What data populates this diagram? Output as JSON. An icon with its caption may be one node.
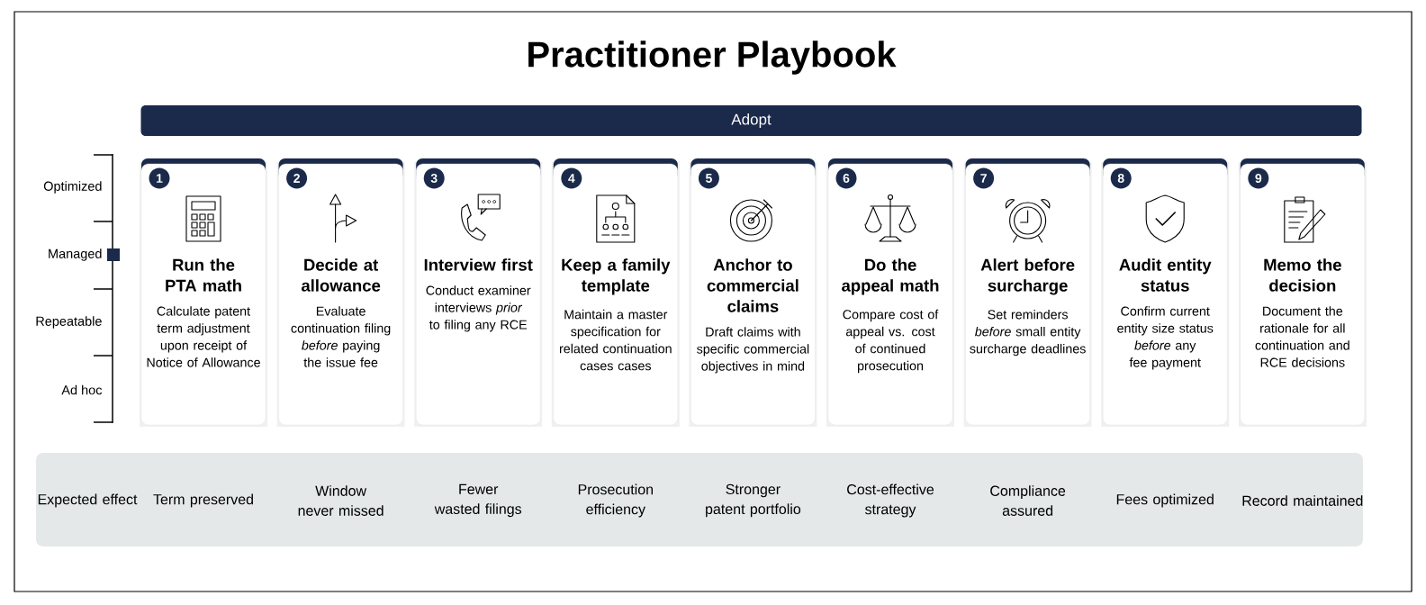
{
  "diagram": {
    "title": "Practitioner Playbook",
    "nodes": [
      {
        "text": [
          "Adopt"
        ]
      },
      {
        "text": [
          "1",
          "Run the PTA math",
          "Calculate patent term adjustment upon receipt of Notice of Allowance"
        ]
      },
      {
        "text": [
          "2",
          "Decide at allowance",
          "Evaluate continuation filing *before* paying the issue fee"
        ]
      },
      {
        "text": [
          "3",
          "Interview first",
          "Conduct examiner interviews *prior* to filing any RCE"
        ]
      },
      {
        "text": [
          "4",
          "Keep a family template",
          "Maintain a master specification for related continuation cases cases"
        ]
      },
      {
        "text": [
          "5",
          "Anchor to commercial claims",
          "Draft claims with specific commercial objectives in mind"
        ]
      },
      {
        "text": [
          "6",
          "Do the appeal math",
          "Compare cost of appeal vs. cost of continued prosecution"
        ]
      },
      {
        "text": [
          "7",
          "Alert before surcharge",
          "Set reminders *before* small entity surcharge deadlines"
        ]
      },
      {
        "text": [
          "8",
          "Audit entity status",
          "Confirm current entity size status *before* any fee payment"
        ]
      },
      {
        "text": [
          "9",
          "Memo the decision",
          "Document the rationale for all continuation and RCE decisions"
        ]
      },
      {
        "text": [
          "Expected effect",
          "Term preserved",
          "Window never missed",
          "Fewer wasted filings",
          "Prosecution efficiency",
          "Stronger patent portfolio",
          "Cost-effective strategy",
          "Compliance assured",
          "Fees optimized",
          "Record maintained"
        ]
      }
    ],
    "labels": [
      "Optimized",
      "Managed",
      "Repeatable",
      "Ad hoc"
    ]
  }
}
